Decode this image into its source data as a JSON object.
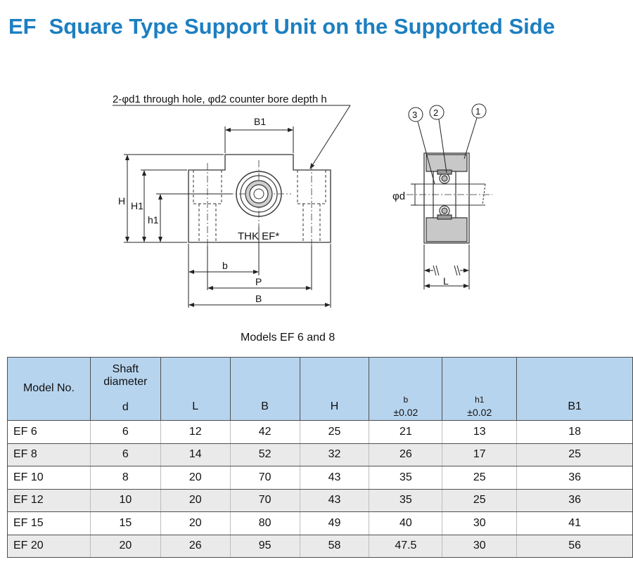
{
  "title": {
    "code": "EF",
    "text": "Square Type Support Unit on the Supported Side"
  },
  "drawing": {
    "hole_note": "2-φd1 through hole, φd2 counter bore depth h",
    "labels": {
      "B1": "B1",
      "H": "H",
      "H1": "H1",
      "h1": "h1",
      "b": "b",
      "P": "P",
      "B": "B",
      "d": "φd",
      "L": "L"
    },
    "marking": "THK EF*",
    "callouts": [
      "3",
      "2",
      "1"
    ]
  },
  "caption": "Models EF 6 and 8",
  "table": {
    "headers": {
      "model": "Model No.",
      "shaft": "Shaft diameter",
      "d": "d",
      "L": "L",
      "B": "B",
      "H": "H",
      "b": "b",
      "b_tol": "±0.02",
      "h1": "h1",
      "h1_tol": "±0.02",
      "B1": "B1"
    },
    "rows": [
      [
        "EF 6",
        "6",
        "12",
        "42",
        "25",
        "21",
        "13",
        "18"
      ],
      [
        "EF 8",
        "6",
        "14",
        "52",
        "32",
        "26",
        "17",
        "25"
      ],
      [
        "EF 10",
        "8",
        "20",
        "70",
        "43",
        "35",
        "25",
        "36"
      ],
      [
        "EF 12",
        "10",
        "20",
        "70",
        "43",
        "35",
        "25",
        "36"
      ],
      [
        "EF 15",
        "15",
        "20",
        "80",
        "49",
        "40",
        "30",
        "41"
      ],
      [
        "EF 20",
        "20",
        "26",
        "95",
        "58",
        "47.5",
        "30",
        "56"
      ]
    ]
  }
}
